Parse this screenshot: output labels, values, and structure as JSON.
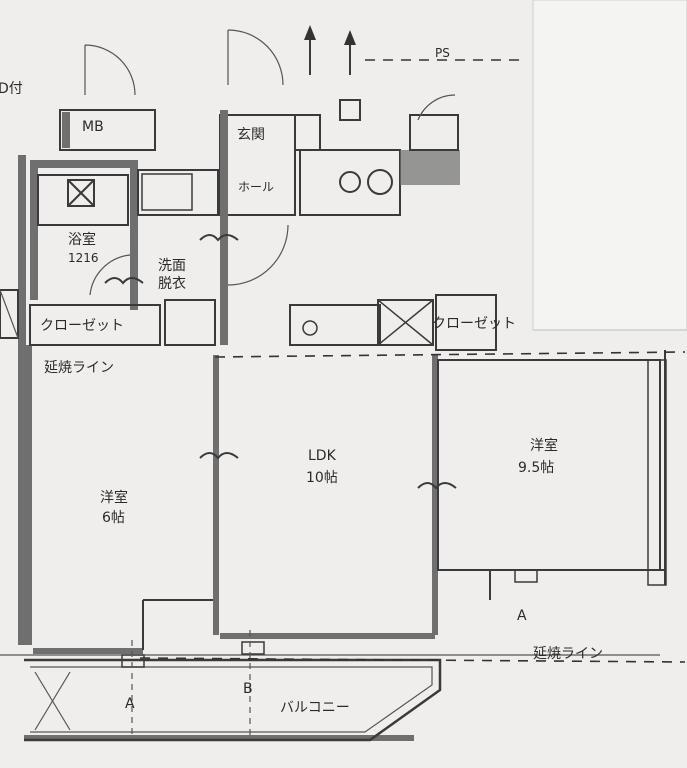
{
  "rooms": {
    "ldk_name": "LDK",
    "ldk_size": "10帖",
    "western_left_name": "洋室",
    "western_left_size": "6帖",
    "western_right_name": "洋室",
    "western_right_size": "9.5帖",
    "bath": "浴室",
    "bath_size": "1216",
    "washroom_line1": "洗面",
    "washroom_line2": "脱衣",
    "entrance": "玄関",
    "hall": "ホール",
    "closet_left": "クローゼット",
    "closet_right": "クローゼット",
    "balcony": "バルコニー",
    "mb": "MB",
    "ps": "PS"
  },
  "markers": {
    "fire_line_top": "延焼ライン",
    "fire_line_bottom": "延焼ライン",
    "section_a_right": "A",
    "section_a_left": "A",
    "section_b": "B",
    "door_label": "D付"
  },
  "colors": {
    "paper": "#e9e8e6",
    "ink": "#2b2b2b",
    "wall_hatch": "#6f6f6f",
    "overlay_sheet": "#f4f4f3"
  }
}
